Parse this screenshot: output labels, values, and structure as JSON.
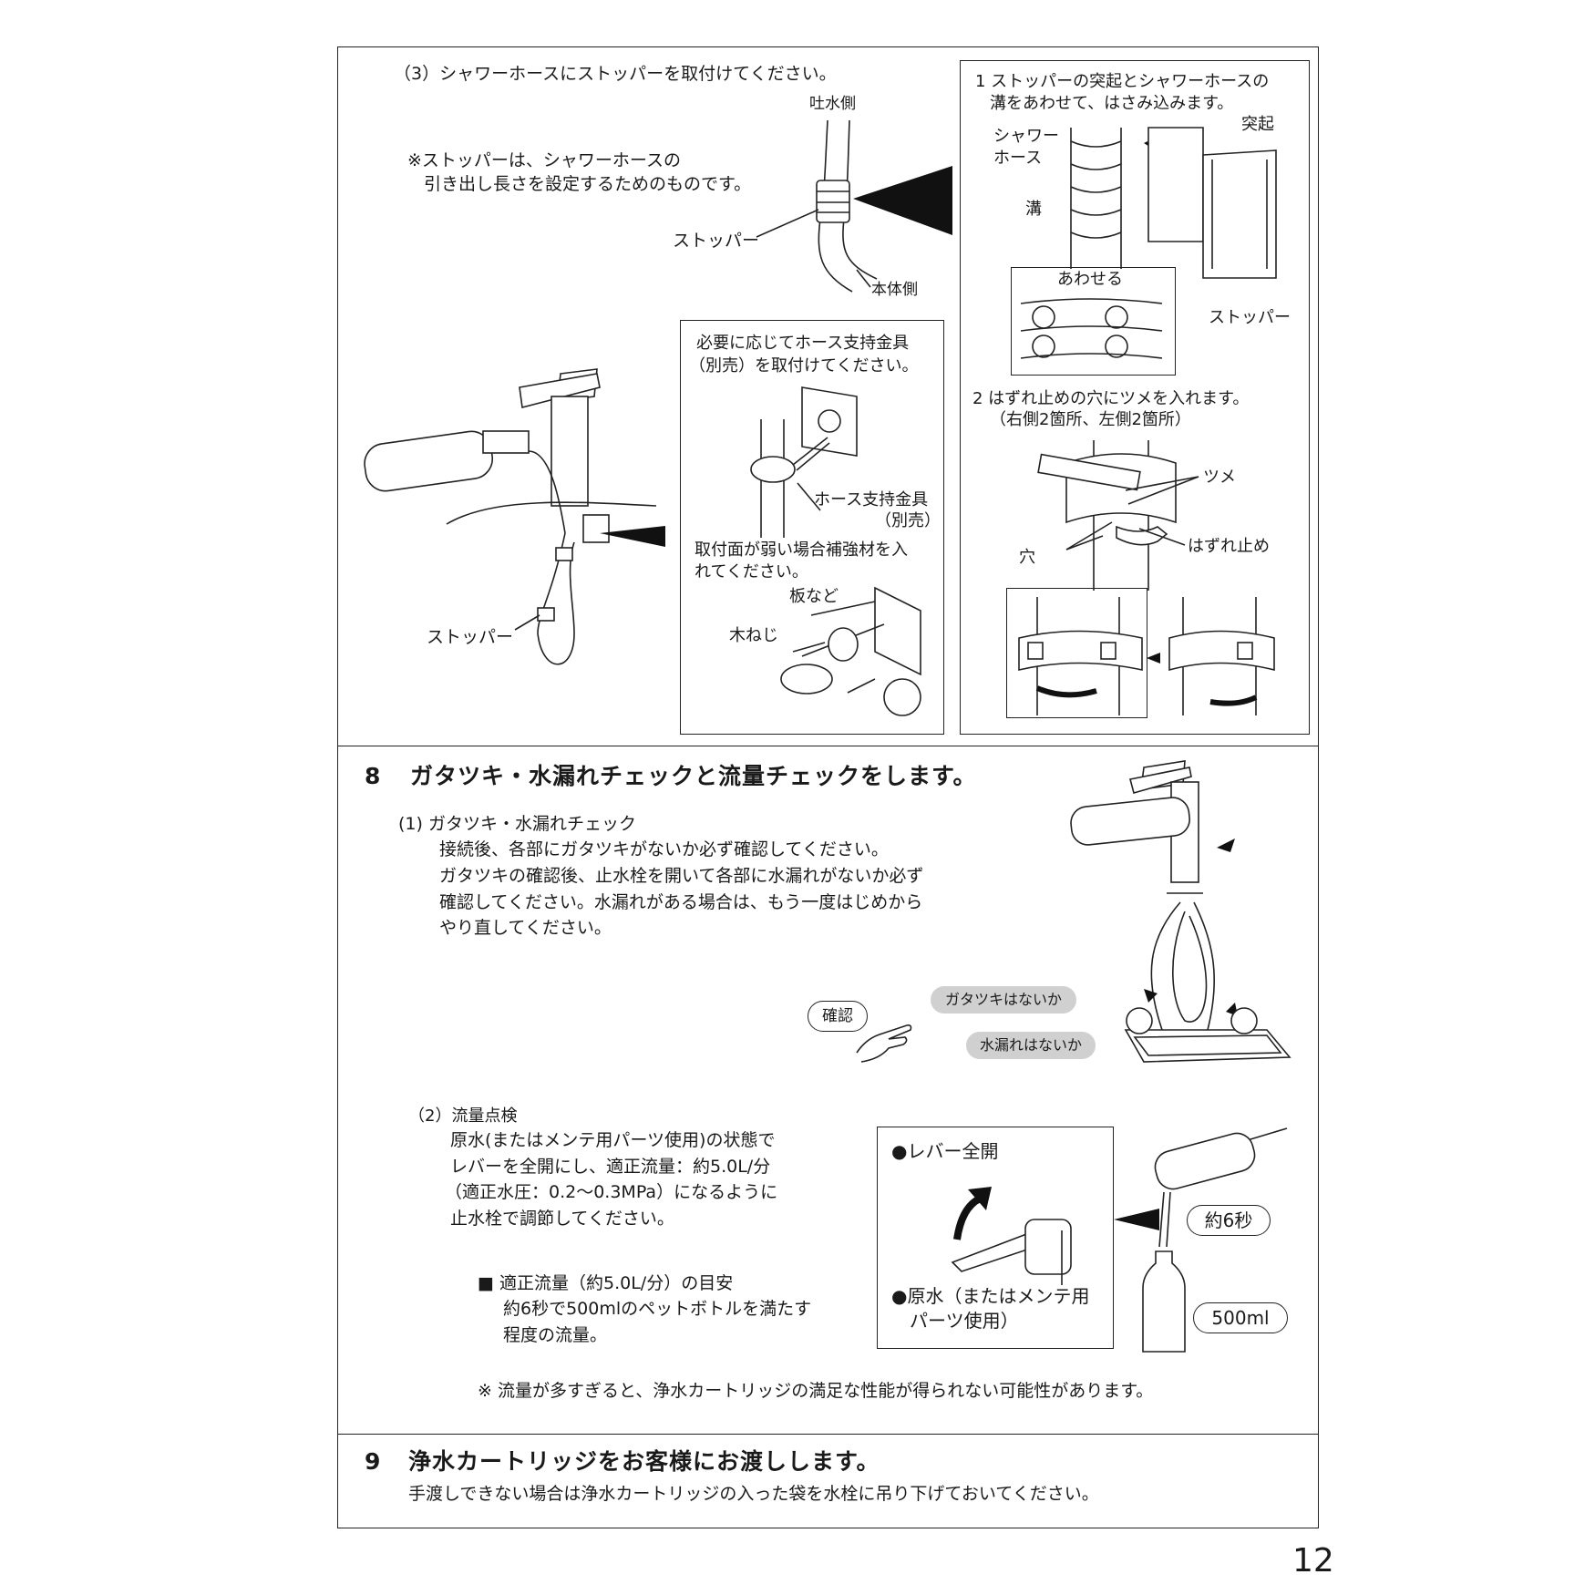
{
  "section_top": {
    "step_title": "（3）シャワーホースにストッパーを取付けてください。",
    "note_line1": "※ストッパーは、シャワーホースの",
    "note_line2": "引き出し長さを設定するためのものです。",
    "label_spout_side": "吐水側",
    "label_stopper": "ストッパー",
    "label_body_side": "本体側",
    "label_stopper_2": "ストッパー",
    "support_box": {
      "line1": "必要に応じてホース支持金具",
      "line2": "（別売）を取付けてください。",
      "label_bracket": "ホース支持金具",
      "label_bracket_sub": "（別売）",
      "weak_line1": "取付面が弱い場合補強材を入",
      "weak_line2": "れてください。",
      "label_board": "板など",
      "label_screw": "木ねじ"
    },
    "right_box": {
      "step1_line1": "1 ストッパーの突起とシャワーホースの",
      "step1_line2": "溝をあわせて、はさみ込みます。",
      "label_shower1": "シャワー",
      "label_shower2": "ホース",
      "label_protrusion": "突起",
      "label_groove": "溝",
      "label_align": "あわせる",
      "label_stopper": "ストッパー",
      "step2_line1": "2 はずれ止めの穴にツメを入れます。",
      "step2_line2": "（右側2箇所、左側2箇所）",
      "label_claw": "ツメ",
      "label_hole": "穴",
      "label_lock": "はずれ止め"
    }
  },
  "section8": {
    "number": "8",
    "title": "ガタツキ・水漏れチェックと流量チェックをします。",
    "sub1_title": "(1) ガタツキ・水漏れチェック",
    "sub1_lines": [
      "接続後、各部にガタツキがないか必ず確認してください。",
      "ガタツキの確認後、止水栓を開いて各部に水漏れがないか必ず",
      "確認してください。水漏れがある場合は、もう一度はじめから",
      "やり直してください。"
    ],
    "check_badge": "確認",
    "pill_loose": "ガタツキはないか",
    "pill_leak": "水漏れはないか",
    "sub2_title": "（2）流量点検",
    "sub2_lines": [
      "原水(またはメンテ用パーツ使用)の状態で",
      "レバーを全開にし、適正流量：約5.0L/分",
      "（適正水圧：0.2〜0.3MPa）になるように",
      "止水栓で調節してください。"
    ],
    "guide_line1": "■ 適正流量（約5.0L/分）の目安",
    "guide_line2": "約6秒で500mlのペットボトルを満たす",
    "guide_line3": "程度の流量。",
    "lever_box_line1": "●レバー全開",
    "lever_box_line2": "●原水（またはメンテ用",
    "lever_box_line3": "パーツ使用）",
    "time_label": "約6秒",
    "volume_label": "500ml",
    "warning": "※ 流量が多すぎると、浄水カートリッジの満足な性能が得られない可能性があります。"
  },
  "section9": {
    "number": "9",
    "title": "浄水カートリッジをお客様にお渡しします。",
    "body": "手渡しできない場合は浄水カートリッジの入った袋を水栓に吊り下げておいてください。"
  },
  "page_number": "12"
}
